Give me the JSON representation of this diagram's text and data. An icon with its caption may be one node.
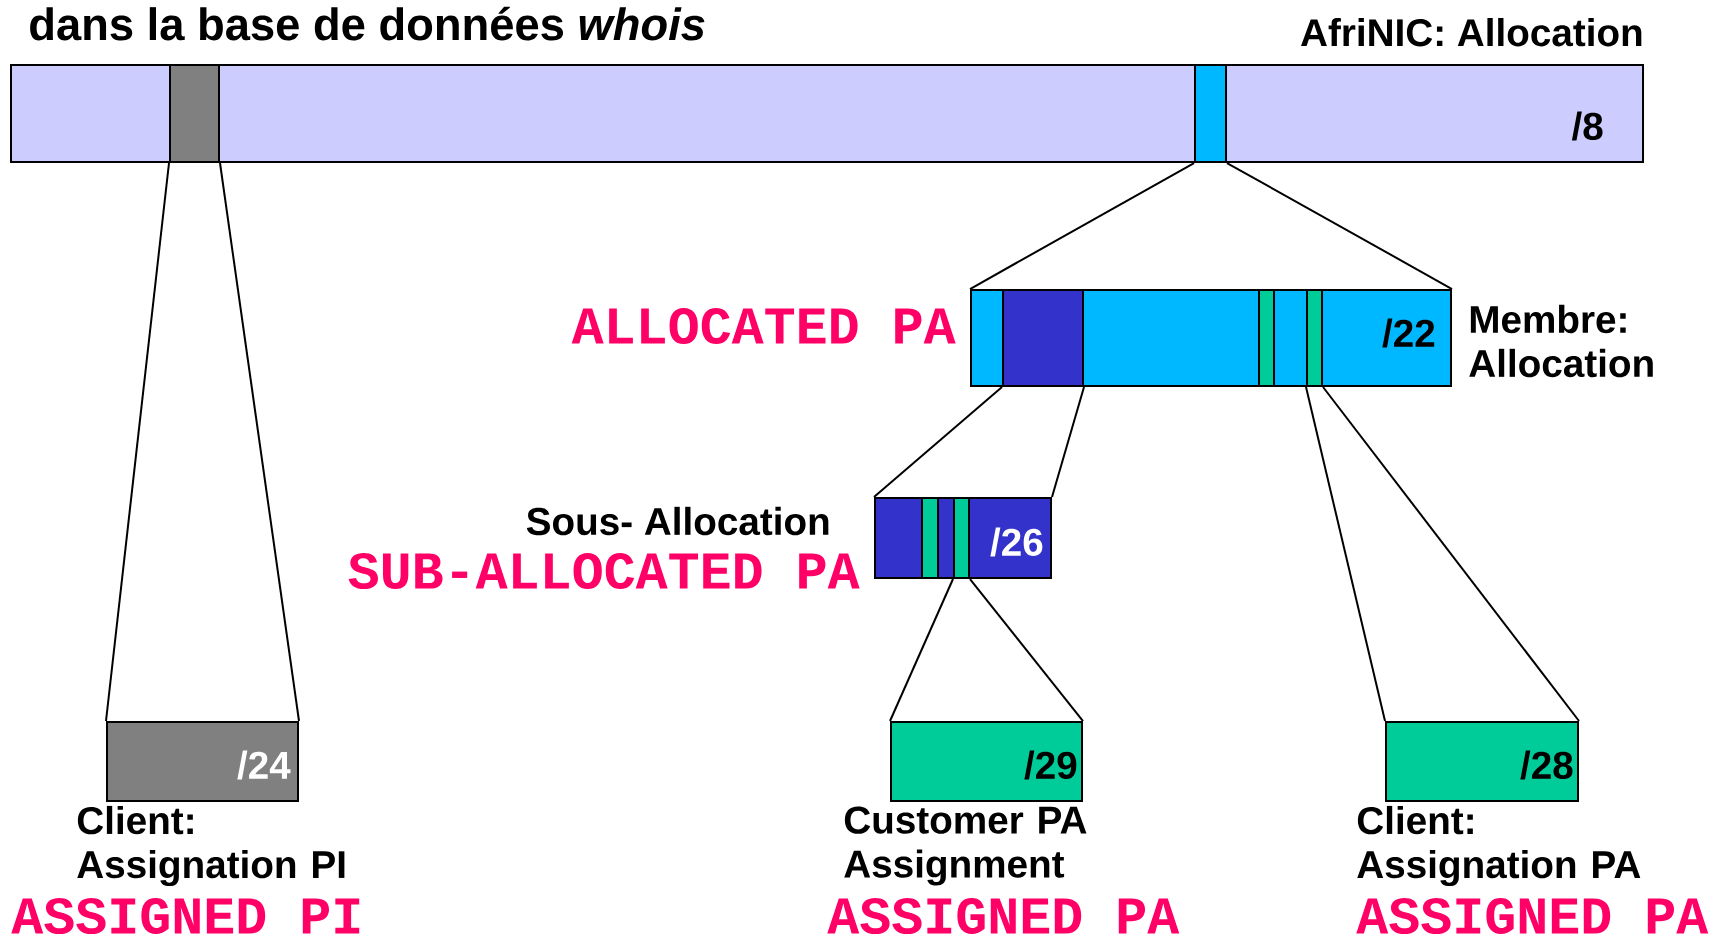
{
  "diagram": {
    "title": "dans la base de données *whois*",
    "nodes": [
      {
        "text": [
          "/8"
        ],
        "beside": [
          "AfriNIC: Allocation"
        ]
      },
      {
        "text": [],
        "shape": "bar",
        "in": 0
      },
      {
        "text": [],
        "shape": "bar",
        "in": 0
      },
      {
        "text": [
          "/22"
        ],
        "beside": [
          "ALLOCATED PA",
          "Membre: Allocation"
        ]
      },
      {
        "text": [],
        "shape": "bar",
        "in": 3
      },
      {
        "text": [],
        "shape": "bar",
        "in": 3
      },
      {
        "text": [],
        "shape": "bar",
        "in": 3
      },
      {
        "text": [
          "/26"
        ],
        "beside": [
          "Sous- Allocation",
          "SUB-ALLOCATED PA"
        ]
      },
      {
        "text": [],
        "shape": "bar",
        "in": 7
      },
      {
        "text": [],
        "shape": "bar",
        "in": 7
      },
      {
        "text": [
          "/24"
        ],
        "beside": [
          "Client: Assignation PI",
          "ASSIGNED PI"
        ]
      },
      {
        "text": [
          "/29"
        ],
        "beside": [
          "Customer PA Assignment",
          "ASSIGNED PA"
        ]
      },
      {
        "text": [
          "/28"
        ],
        "beside": [
          "Client: Assignation PA",
          "ASSIGNED PA"
        ]
      }
    ],
    "edges": [
      {
        "from": 1,
        "to": 10,
        "arrow": "none"
      },
      {
        "from": 1,
        "to": 10,
        "arrow": "none"
      },
      {
        "from": 2,
        "to": 3,
        "arrow": "none"
      },
      {
        "from": 2,
        "to": 3,
        "arrow": "none"
      },
      {
        "from": 4,
        "to": 7,
        "arrow": "none"
      },
      {
        "from": 4,
        "to": 7,
        "arrow": "none"
      },
      {
        "from": 9,
        "to": 11,
        "arrow": "none"
      },
      {
        "from": 9,
        "to": 11,
        "arrow": "none"
      },
      {
        "from": 6,
        "to": 12,
        "arrow": "none"
      },
      {
        "from": 6,
        "to": 12,
        "arrow": "none"
      }
    ]
  }
}
